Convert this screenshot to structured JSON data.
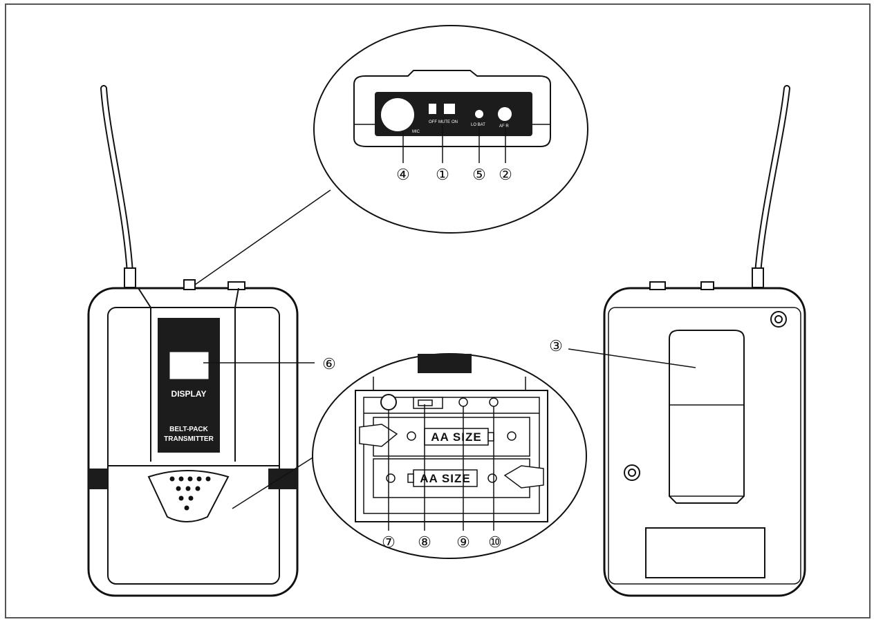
{
  "figure": {
    "display_label": "DISPLAY",
    "pack_label_line1": "BELT-PACK",
    "pack_label_line2": "TRANSMITTER",
    "top_panel": {
      "switch_off": "OFF",
      "switch_mute": "MUTE",
      "switch_on": "ON",
      "mic_label": "MIC",
      "lo_bat_label": "LO BAT",
      "af_label": "AF R"
    },
    "battery_label": "AA SIZE",
    "callouts": {
      "c1": "①",
      "c2": "②",
      "c3": "③",
      "c4": "④",
      "c5": "⑤",
      "c6": "⑥",
      "c7": "⑦",
      "c8": "⑧",
      "c9": "⑨",
      "c10": "⑩"
    }
  },
  "colors": {
    "line": "#111111",
    "panel": "#1c1c1c",
    "background": "#ffffff"
  }
}
